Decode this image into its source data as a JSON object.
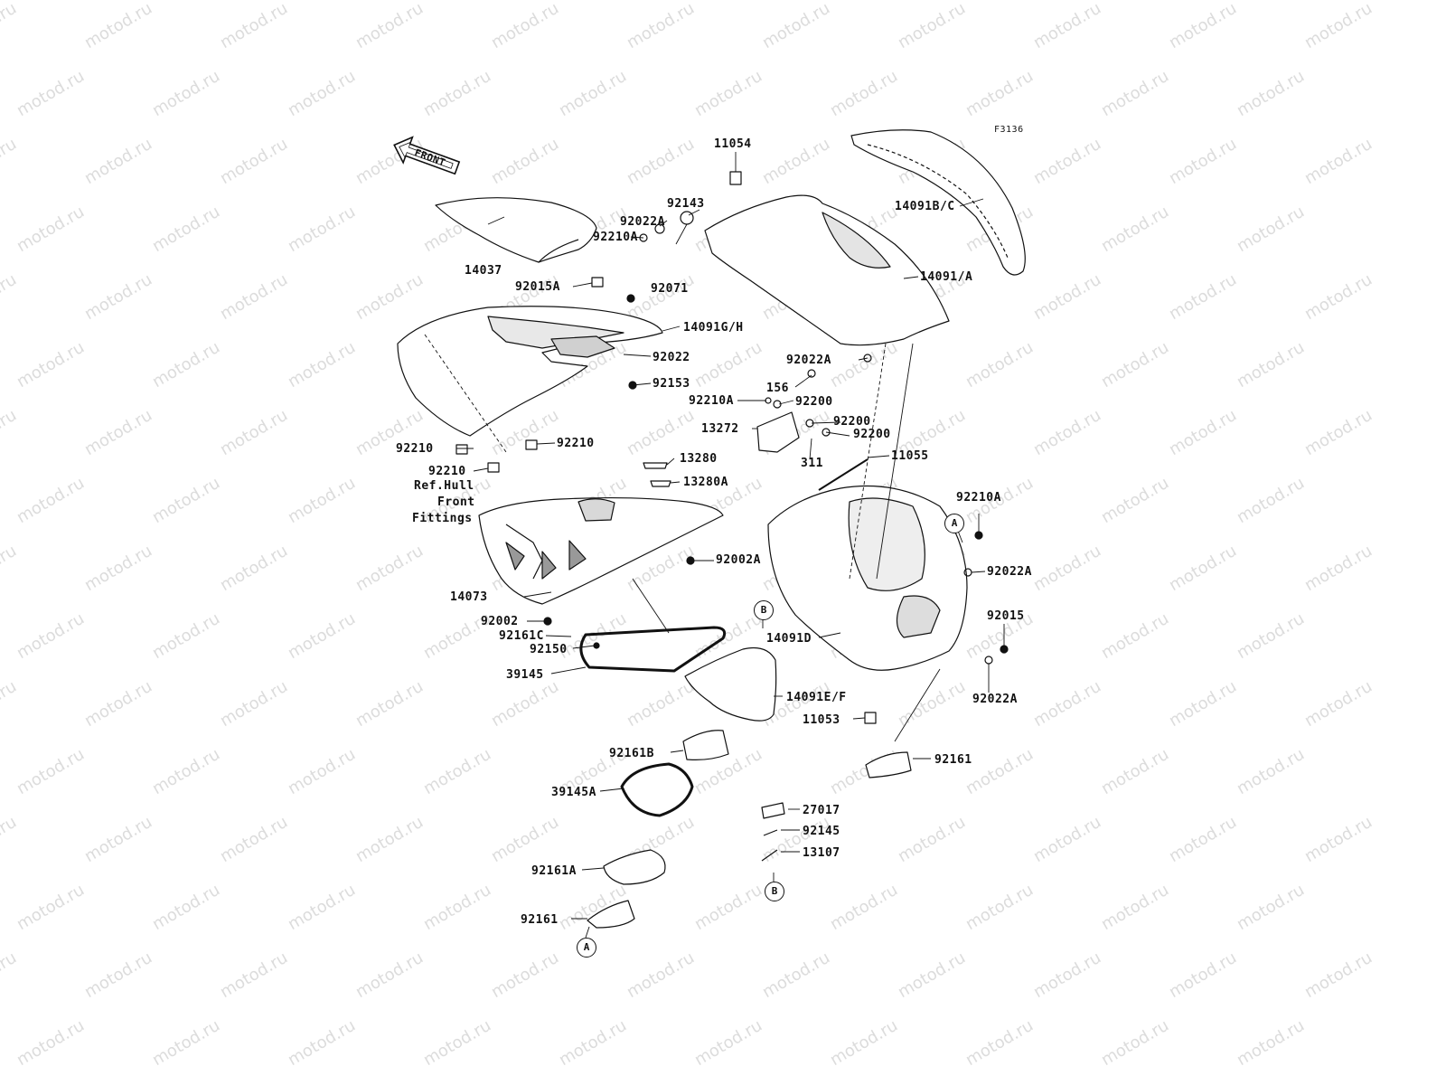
{
  "watermark": "motod.ru",
  "figure_code": "F3136",
  "front_label": "FRONT",
  "note": {
    "line1": "Ref.Hull",
    "line2": "Front",
    "line3": "Fittings"
  },
  "refs": {
    "a": "A",
    "b": "B"
  },
  "labels": {
    "p11054": "11054",
    "p92143": "92143",
    "p92022A_top": "92022A",
    "p92210A_top": "92210A",
    "p92071": "92071",
    "p14037": "14037",
    "p92015A": "92015A",
    "p14091BC": "14091B/C",
    "p14091A": "14091/A",
    "p14091GH": "14091G/H",
    "p92022": "92022",
    "p92153": "92153",
    "p92022A_mid": "92022A",
    "p156": "156",
    "p92210A_mid": "92210A",
    "p92200_a": "92200",
    "p92200_b": "92200",
    "p92200_c": "92200",
    "p13272": "13272",
    "p311": "311",
    "p11055": "11055",
    "p92210_l": "92210",
    "p92210_r": "92210",
    "p92210_b": "92210",
    "p13280": "13280",
    "p13280A": "13280A",
    "p92210A_right": "92210A",
    "p92002A": "92002A",
    "p92022A_right": "92022A",
    "p14073": "14073",
    "p92002": "92002",
    "p92161C": "92161C",
    "p92150": "92150",
    "p39145": "39145",
    "p92015": "92015",
    "p14091D": "14091D",
    "p14091EF": "14091E/F",
    "p92022A_bot": "92022A",
    "p11053": "11053",
    "p92161B": "92161B",
    "p92161_r": "92161",
    "p39145A": "39145A",
    "p27017": "27017",
    "p92145": "92145",
    "p13107": "13107",
    "p92161A": "92161A",
    "p92161_l": "92161"
  }
}
